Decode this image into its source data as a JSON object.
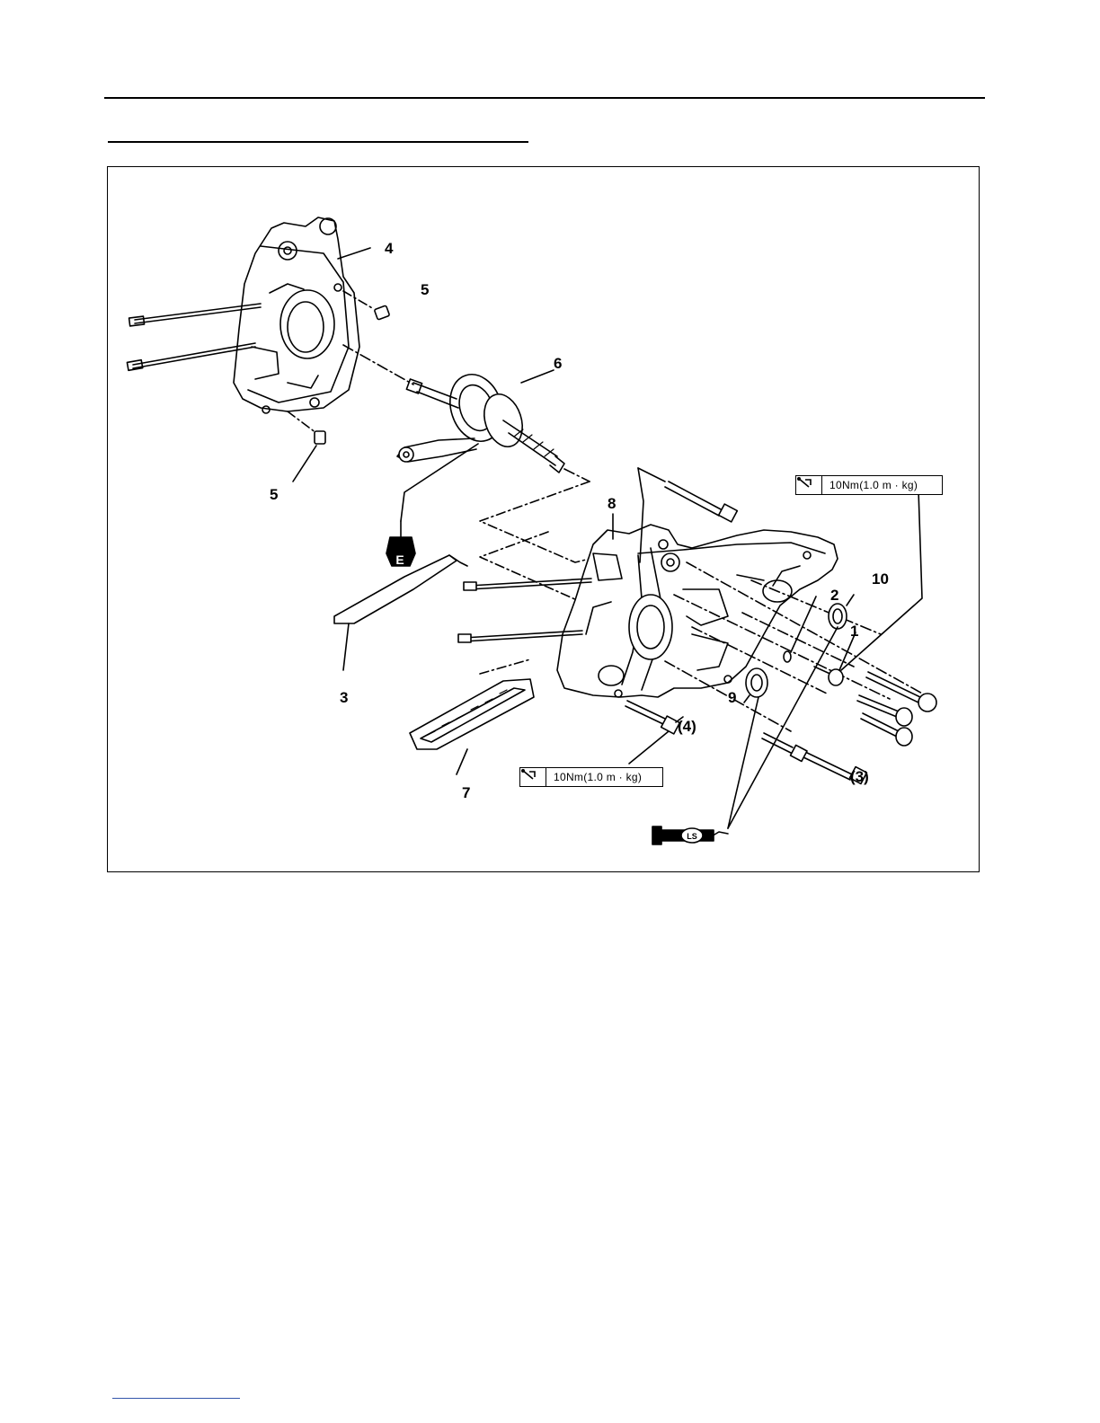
{
  "figure": {
    "callouts": {
      "c1": "1",
      "c2": "2",
      "c3": "3",
      "c4": "4",
      "c5a": "5",
      "c5b": "5",
      "c6": "6",
      "c7": "7",
      "c8": "8",
      "c9": "9",
      "c10": "10",
      "c3p": "(3)",
      "c4p": "(4)"
    },
    "torque_specs": {
      "upper": "10Nm(1.0 m · kg)",
      "lower": "10Nm(1.0 m · kg)"
    },
    "symbols": {
      "engine_oil": "E",
      "grease": "LS",
      "torque_icon": "wrench-icon"
    }
  }
}
